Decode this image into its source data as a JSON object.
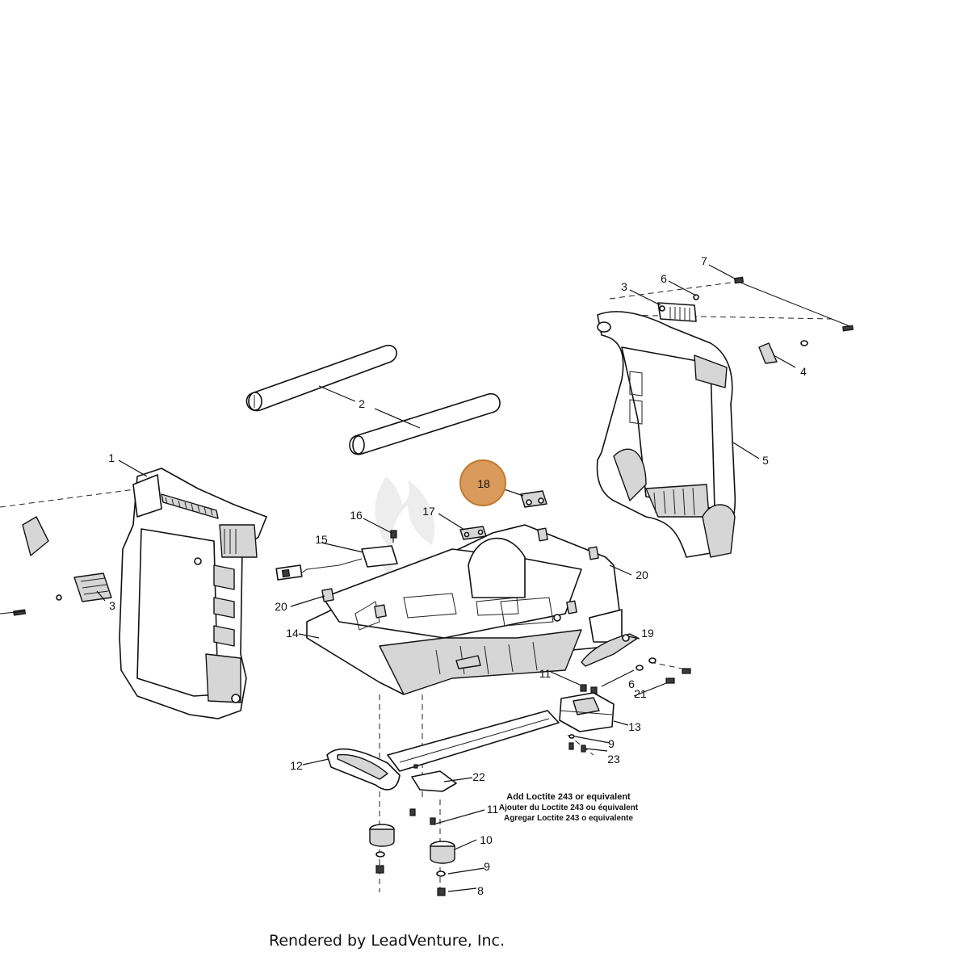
{
  "callouts": {
    "c1": "1",
    "c2": "2",
    "c3a": "3",
    "c3b": "3",
    "c4": "4",
    "c5": "5",
    "c6a": "6",
    "c6b": "6",
    "c7": "7",
    "c8": "8",
    "c9a": "9",
    "c9b": "9",
    "c10": "10",
    "c11a": "11",
    "c11b": "11",
    "c12": "12",
    "c13": "13",
    "c14": "14",
    "c15": "15",
    "c16": "16",
    "c17": "17",
    "c18": "18",
    "c19": "19",
    "c20a": "20",
    "c20b": "20",
    "c21": "21",
    "c22": "22",
    "c23": "23"
  },
  "highlight": {
    "label": "18",
    "color": "#d99a5b",
    "border": "#c0782f"
  },
  "note": {
    "line1": "Add Loctite 243 or equivalent",
    "line2": "Ajouter du Loctite 243 ou équivalent",
    "line3": "Agregar Loctite 243 o equivalente"
  },
  "footer": "Rendered by LeadVenture, Inc.",
  "watermark_icon": "leadventure-flame-icon"
}
